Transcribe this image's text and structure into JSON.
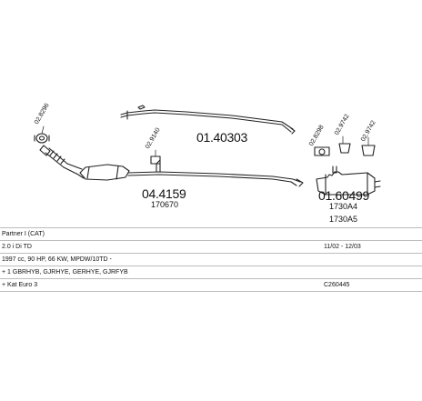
{
  "parts": {
    "part_02_8296": "02.8296",
    "part_01_40303": "01.40303",
    "part_02_9140": "02.9140",
    "part_04_4159": "04.4159",
    "part_170670": "170670",
    "part_02_8298": "02.8298",
    "part_02_9742_top": "02.9742",
    "part_02_9742_right": "02.9742",
    "part_01_60499": "01.60499",
    "part_1730A4": "1730A4",
    "part_1730A5": "1730A5"
  },
  "vehicle": {
    "rows": [
      {
        "left": "Partner I (CAT)",
        "right": ""
      },
      {
        "left": "2.0 i Di TD",
        "right": "11/02 - 12/03"
      },
      {
        "left": "1997 cc, 90 HP, 66 KW, MPDW/10TD -",
        "right": ""
      },
      {
        "left": "+ 1 GBRHYB, GJRHYE, GERHYE, GJRFYB",
        "right": ""
      },
      {
        "left": "+ Kat Euro 3",
        "right": "C260445"
      }
    ]
  }
}
